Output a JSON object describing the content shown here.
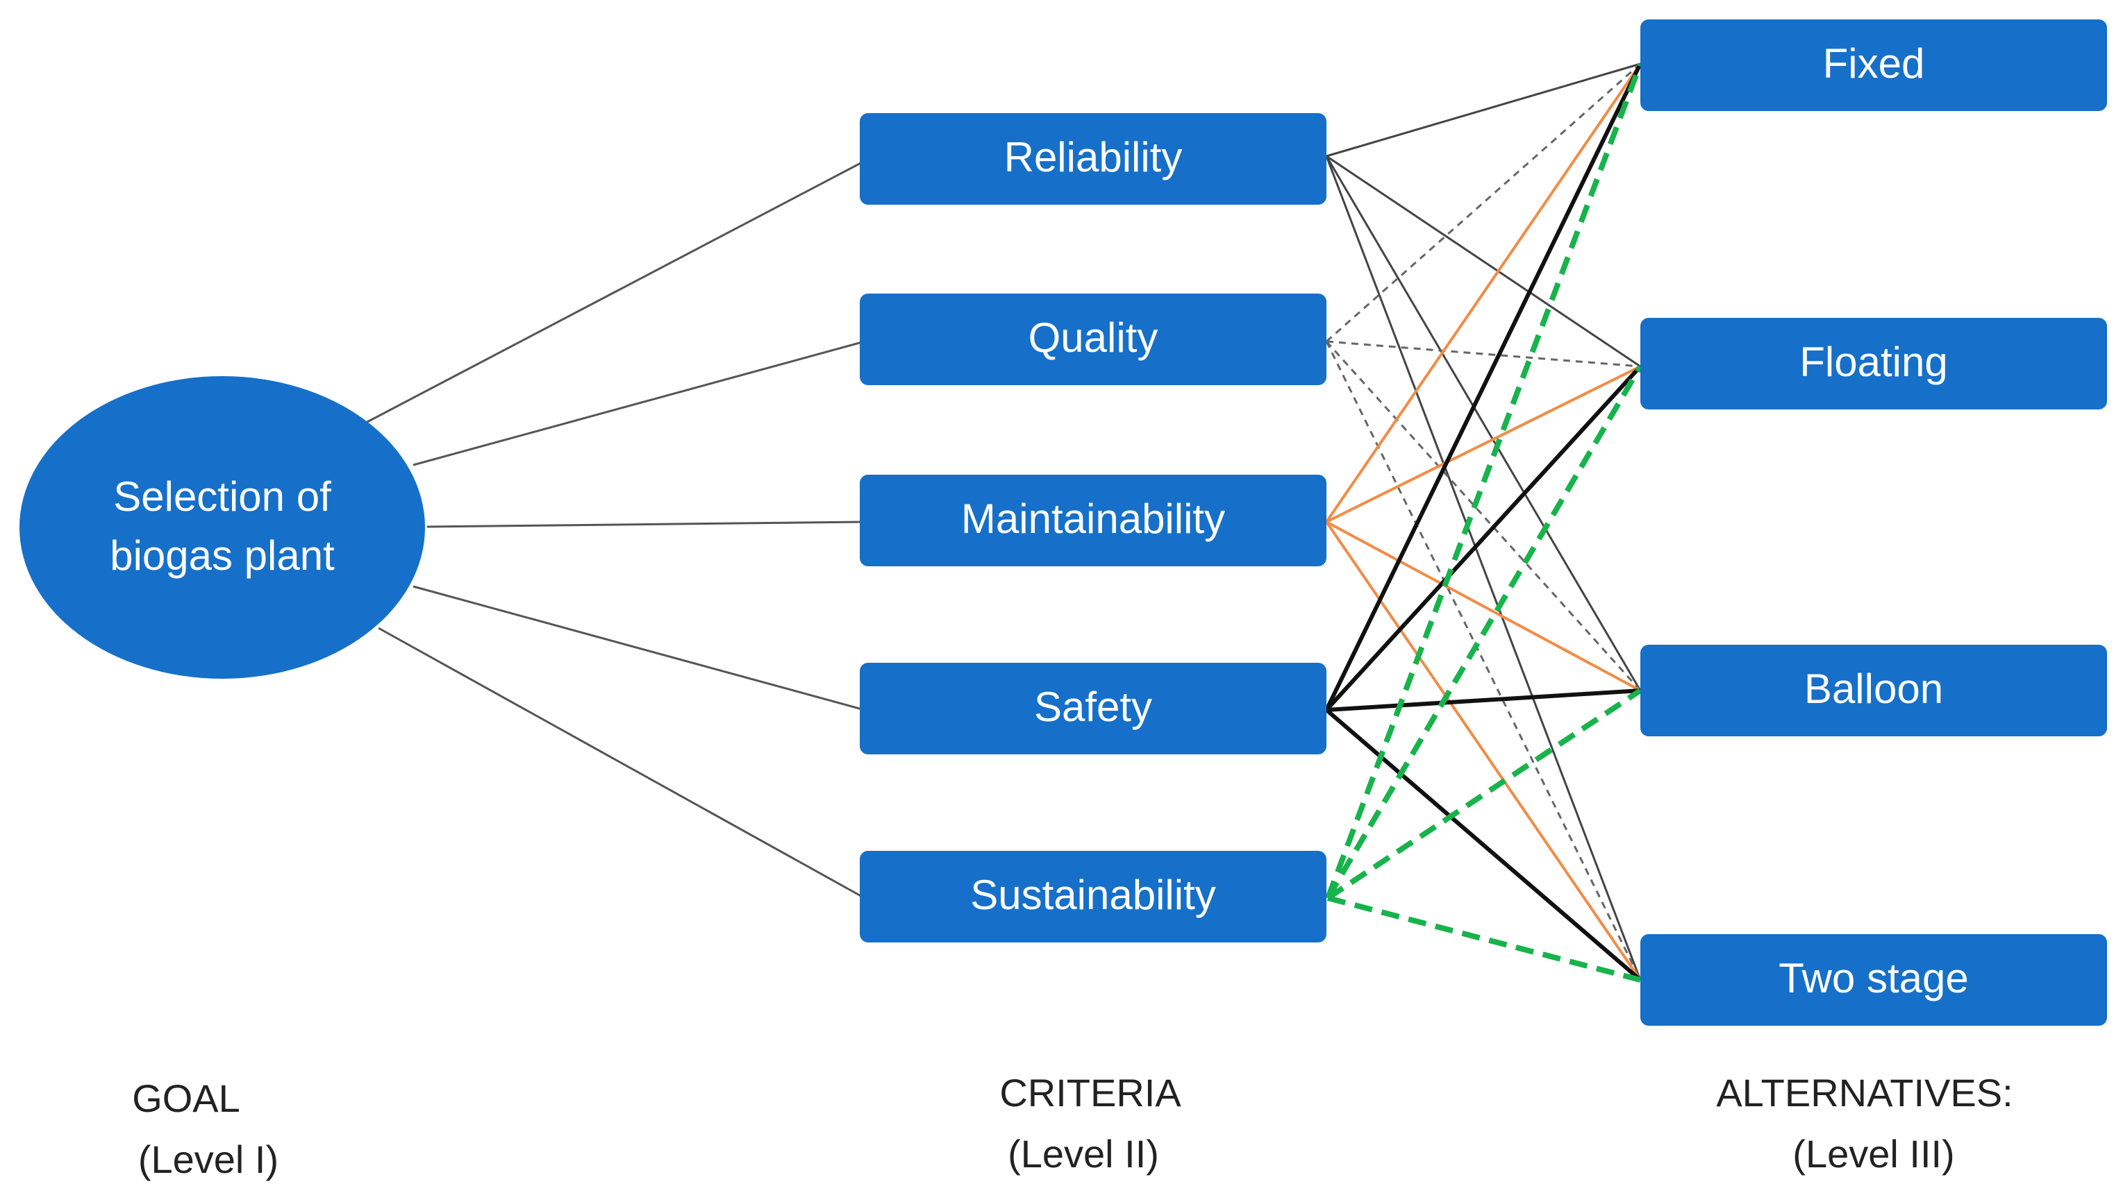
{
  "goal": {
    "label_line1": "Selection of",
    "label_line2": "biogas plant"
  },
  "criteria": [
    "Reliability",
    "Quality",
    "Maintainability",
    "Safety",
    "Sustainability"
  ],
  "alternatives": [
    "Fixed",
    "Floating",
    "Balloon",
    "Two stage"
  ],
  "level_labels": {
    "goal_title": "GOAL",
    "goal_level": "(Level I)",
    "criteria_title": "CRITERIA",
    "criteria_level": "(Level II)",
    "alternatives_title": "ALTERNATIVES:",
    "alternatives_level": "(Level III)"
  },
  "colors": {
    "node_fill": "#1670C9",
    "node_text": "#ffffff",
    "goal_links": "#555555",
    "reliability_links": "#444444",
    "quality_links": "#666666",
    "maintainability_links": "#F28C45",
    "safety_links": "#111111",
    "sustainability_links": "#17B34B"
  },
  "connections": [
    {
      "criterion": "Reliability",
      "style": "thin-solid-gray"
    },
    {
      "criterion": "Quality",
      "style": "thin-dashed-gray"
    },
    {
      "criterion": "Maintainability",
      "style": "solid-orange"
    },
    {
      "criterion": "Safety",
      "style": "thick-solid-black"
    },
    {
      "criterion": "Sustainability",
      "style": "thick-dashed-green"
    }
  ]
}
